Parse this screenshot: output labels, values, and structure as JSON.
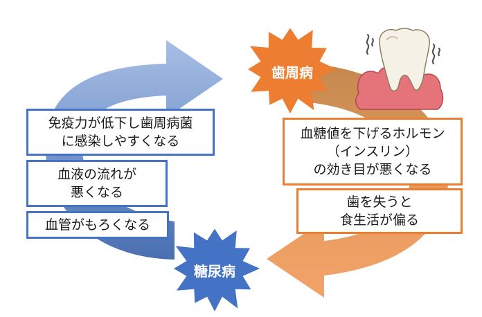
{
  "nodes": {
    "periodontitis": "歯周病",
    "diabetes": "糖尿病"
  },
  "left_boxes": [
    [
      "免疫力が低下し歯周病菌",
      "に感染しやすくなる"
    ],
    [
      "血液の流れが",
      "悪くなる"
    ],
    [
      "血管がもろくなる"
    ]
  ],
  "right_boxes": [
    [
      "血糖値を下げるホルモン",
      "（インスリン）",
      "の効き目が悪くなる"
    ],
    [
      "歯を失うと",
      "食生活が偏る"
    ]
  ],
  "colors": {
    "blue": "#4472c4",
    "orange": "#ed7d31",
    "gum": "#e5737a"
  },
  "icons": [
    "loose-tooth-icon",
    "sparkle-burst-icon"
  ]
}
